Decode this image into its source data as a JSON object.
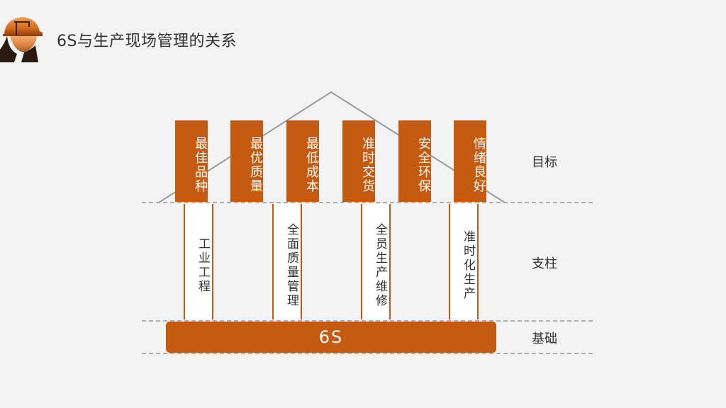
{
  "header": {
    "title": "6S与生产现场管理的关系",
    "logo_icon": "worker-silhouette-icon"
  },
  "diagram": {
    "goals": [
      "最佳品种",
      "最优质量",
      "最低成本",
      "准时交货",
      "安全环保",
      "情绪良好"
    ],
    "pillars": [
      "工业工程",
      "全面质量管理",
      "全员生产维修",
      "准时化生产"
    ],
    "base": "6S",
    "row_labels": {
      "goal": "目标",
      "pillar": "支柱",
      "base": "基础"
    },
    "colors": {
      "accent": "#c55a11",
      "line": "#9a9a9a",
      "text": "#333333",
      "background": "#f3f3f3"
    }
  }
}
